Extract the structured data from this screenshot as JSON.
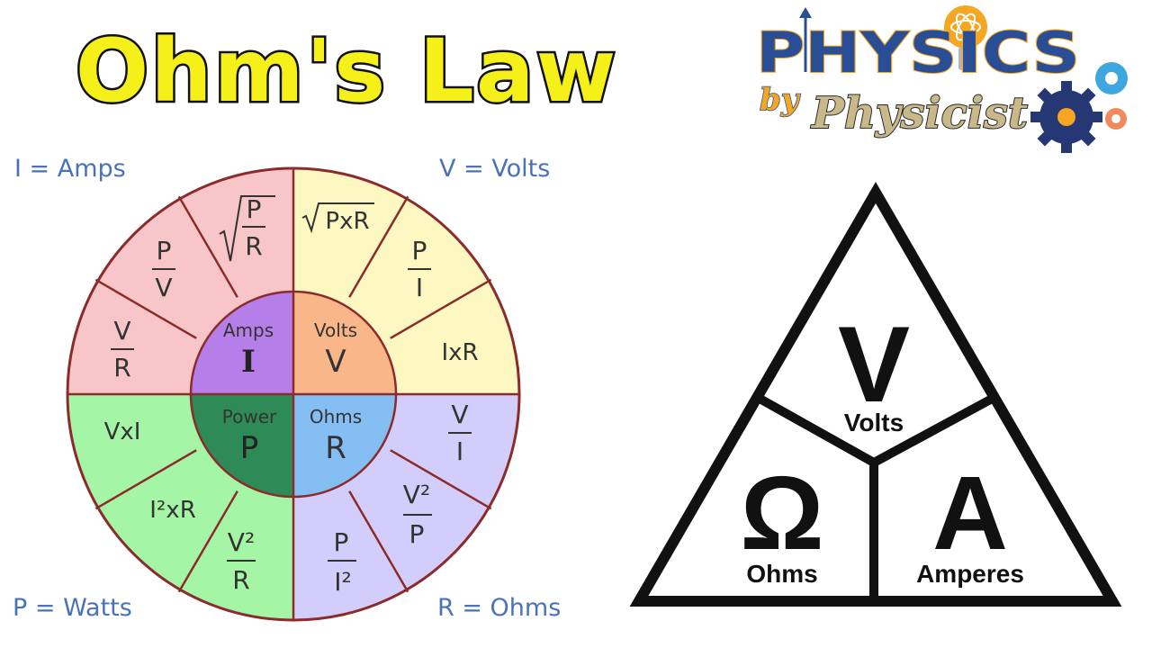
{
  "title": {
    "text": "Ohm's Law",
    "fill": "#f5ef1a"
  },
  "logo": {
    "word_physics": "PHYSICS",
    "word_by": "by",
    "word_physicist": "Physicist"
  },
  "wheel_corners": {
    "top_left": "I = Amps",
    "top_right": "V = Volts",
    "bottom_left": "P = Watts",
    "bottom_right": "R = Ohms"
  },
  "wheel_center": {
    "amps": {
      "label": "Amps",
      "symbol": "I",
      "color": "#b57ee8"
    },
    "volts": {
      "label": "Volts",
      "symbol": "V",
      "color": "#f9b789"
    },
    "power": {
      "label": "Power",
      "symbol": "P",
      "color": "#2e8a57"
    },
    "ohms": {
      "label": "Ohms",
      "symbol": "R",
      "color": "#85bef2"
    }
  },
  "wheel_formulas": {
    "current": [
      "V/R",
      "P/V",
      "√(P/R)"
    ],
    "voltage": [
      "√PxR",
      "P/I",
      "IxR"
    ],
    "resistance": [
      "V/I",
      "V²/P",
      "P/I²"
    ],
    "power": [
      "V²/R",
      "I²xR",
      "VxI"
    ]
  },
  "quadrant_colors": {
    "current": "#f8c6c8",
    "voltage": "#fdf8c2",
    "resistance": "#d2cdfa",
    "power": "#a5f5a6"
  },
  "triangle": {
    "volts_symbol": "V",
    "volts_label": "Volts",
    "ohms_symbol": "Ω",
    "ohms_label": "Ohms",
    "amps_symbol": "A",
    "amps_label": "Amperes"
  }
}
